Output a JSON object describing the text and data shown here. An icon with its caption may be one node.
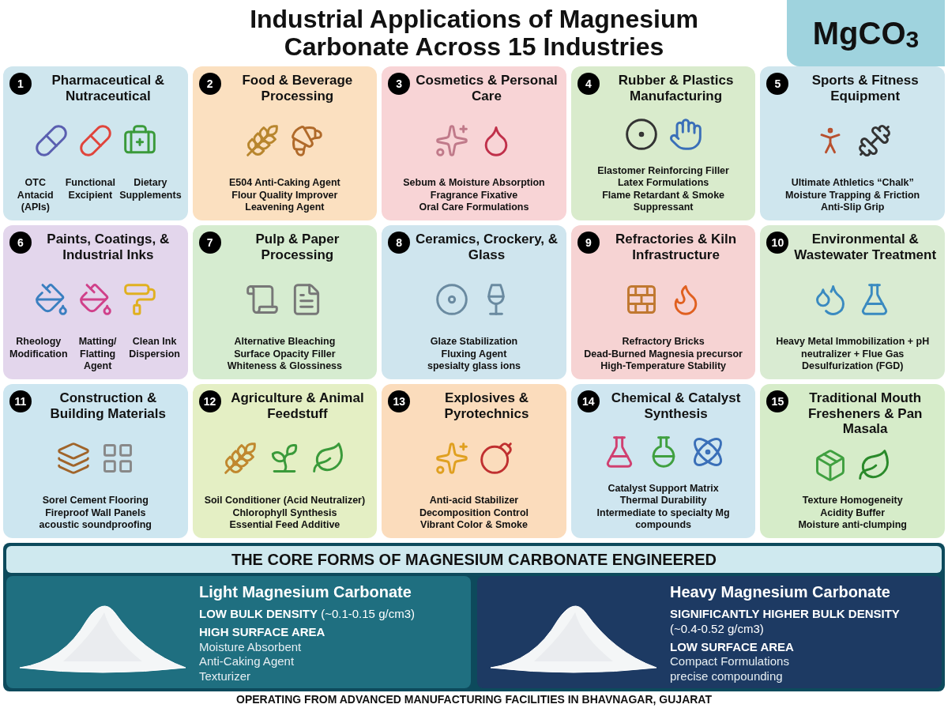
{
  "diagram": {
    "title": "Industrial Applications of Magnesium Carbonate Across 15 Industries",
    "nodes": [
      {
        "text": [
          "1",
          "Pharmaceutical & Nutraceutical",
          "OTC Antacid (APIs)",
          "Functional Excipient",
          "Dietary Supplements"
        ]
      },
      {
        "text": [
          "2",
          "Food & Beverage Processing",
          "E504 Anti-Caking Agent",
          "Flour Quality Improver",
          "Leavening Agent"
        ]
      },
      {
        "text": [
          "3",
          "Cosmetics & Personal Care",
          "Sebum & Moisture Absorption",
          "Fragrance Fixative",
          "Oral Care Formulations"
        ]
      },
      {
        "text": [
          "4",
          "Rubber & Plastics Manufacturing",
          "Elastomer Reinforcing Filler",
          "Latex Formulations",
          "Flame Retardant & Smoke Suppressant"
        ]
      },
      {
        "text": [
          "5",
          "Sports & Fitness Equipment",
          "Ultimate Athletics “Chalk”",
          "Moisture Trapping & Friction",
          "Anti-Slip Grip"
        ]
      },
      {
        "text": [
          "6",
          "Paints, Coatings, & Industrial Inks",
          "Rheology Modification",
          "Matting/ Flatting Agent",
          "Clean Ink Dispersion"
        ]
      },
      {
        "text": [
          "7",
          "Pulp & Paper Processing",
          "Alternative Bleaching",
          "Surface Opacity Filler",
          "Whiteness & Glossiness"
        ]
      },
      {
        "text": [
          "8",
          "Ceramics, Crockery, & Glass",
          "Glaze Stabilization",
          "Fluxing Agent",
          "spesialty glass ions"
        ]
      },
      {
        "text": [
          "9",
          "Refractories & Kiln Infrastructure",
          "Refractory Bricks",
          "Dead-Burned Magnesia precursor",
          "High-Temperature Stability"
        ]
      },
      {
        "text": [
          "10",
          "Environmental & Wastewater Treatment",
          "Heavy Metal Immobilization + pH neutralizer + Flue Gas Desulfurization (FGD)"
        ]
      },
      {
        "text": [
          "11",
          "Construction & Building Materials",
          "Sorel Cement Flooring",
          "Fireproof Wall Panels",
          "acoustic soundproofing"
        ]
      },
      {
        "text": [
          "12",
          "Agriculture & Animal Feedstuff",
          "Soil Conditioner (Acid Neutralizer)",
          "Chlorophyll Synthesis",
          "Essential Feed Additive"
        ]
      },
      {
        "text": [
          "13",
          "Explosives & Pyrotechnics",
          "Anti-acid Stabilizer",
          "Decomposition Control",
          "Vibrant Color & Smoke"
        ]
      },
      {
        "text": [
          "14",
          "Chemical & Catalyst Synthesis",
          "Catalyst Support Matrix",
          "Thermal Durability",
          "Intermediate to specialty Mg compounds"
        ]
      },
      {
        "text": [
          "15",
          "Traditional Mouth Fresheners & Pan Masala",
          "Texture Homogeneity",
          "Acidity Buffer",
          "Moisture anti-clumping"
        ]
      },
      {
        "text": [
          "THE CORE FORMS OF MAGNESIUM CARBONATE ENGINEERED"
        ]
      },
      {
        "text": [
          "Light Magnesium Carbonate",
          "**LOW BULK DENSITY** (~0.1-0.15 g/cm3)",
          "HIGH SURFACE AREA",
          "Moisture Absorbent",
          "Anti-Caking Agent",
          "Texturizer"
        ]
      },
      {
        "text": [
          "Heavy Magnesium Carbonate",
          "**SIGNIFICANTLY HIGHER BULK DENSITY** (~0.4-0.52 g/cm3)",
          "LOW SURFACE AREA",
          "Compact Formulations",
          "precise compounding"
        ]
      }
    ],
    "labels": [
      "MgCO$_{3}$",
      "OPERATING FROM ADVANCED MANUFACTURING FACILITIES IN BHAVNAGAR, GUJARAT"
    ]
  }
}
